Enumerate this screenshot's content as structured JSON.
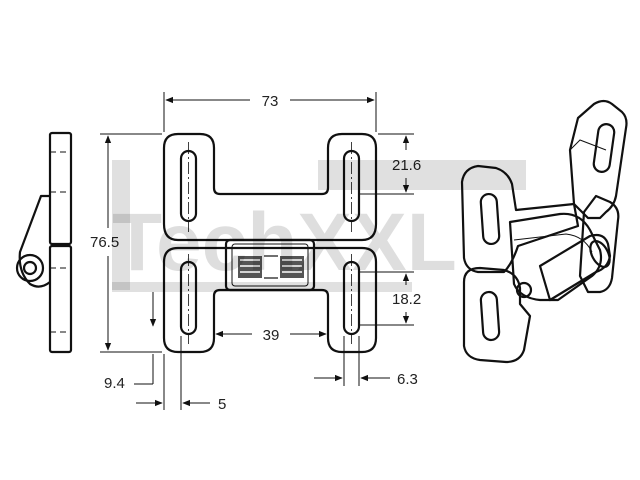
{
  "watermark": {
    "text": "TechXXL"
  },
  "dimensions": {
    "overall_width": "73",
    "overall_height": "76.5",
    "slot_spacing_top": "21.6",
    "slot_spacing_bottom": "18.2",
    "inner_width": "39",
    "slot_width": "6.3",
    "edge_offset": "9.4",
    "slot_offset": "5"
  }
}
